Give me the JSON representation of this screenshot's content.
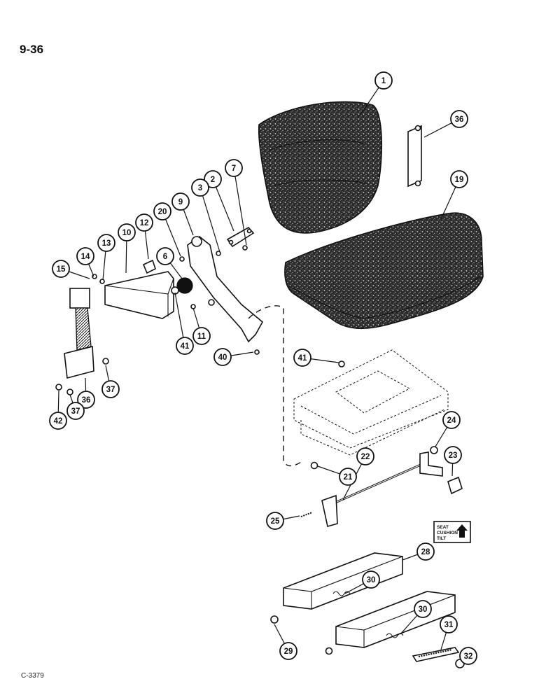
{
  "page_number": "9-36",
  "figure_code": "C-3379",
  "decal": {
    "line1": "SEAT",
    "line2": "CUSHION",
    "line3": "TILT"
  },
  "callouts": [
    "1",
    "36",
    "19",
    "7",
    "2",
    "3",
    "9",
    "20",
    "12",
    "10",
    "13",
    "14",
    "15",
    "6",
    "41",
    "11",
    "40",
    "36",
    "37",
    "37",
    "42",
    "41",
    "24",
    "23",
    "22",
    "21",
    "25",
    "28",
    "30",
    "30",
    "31",
    "32",
    "29"
  ],
  "colors": {
    "ink": "#111111",
    "paper": "#ffffff",
    "upholstery": "#2a2a2a"
  }
}
